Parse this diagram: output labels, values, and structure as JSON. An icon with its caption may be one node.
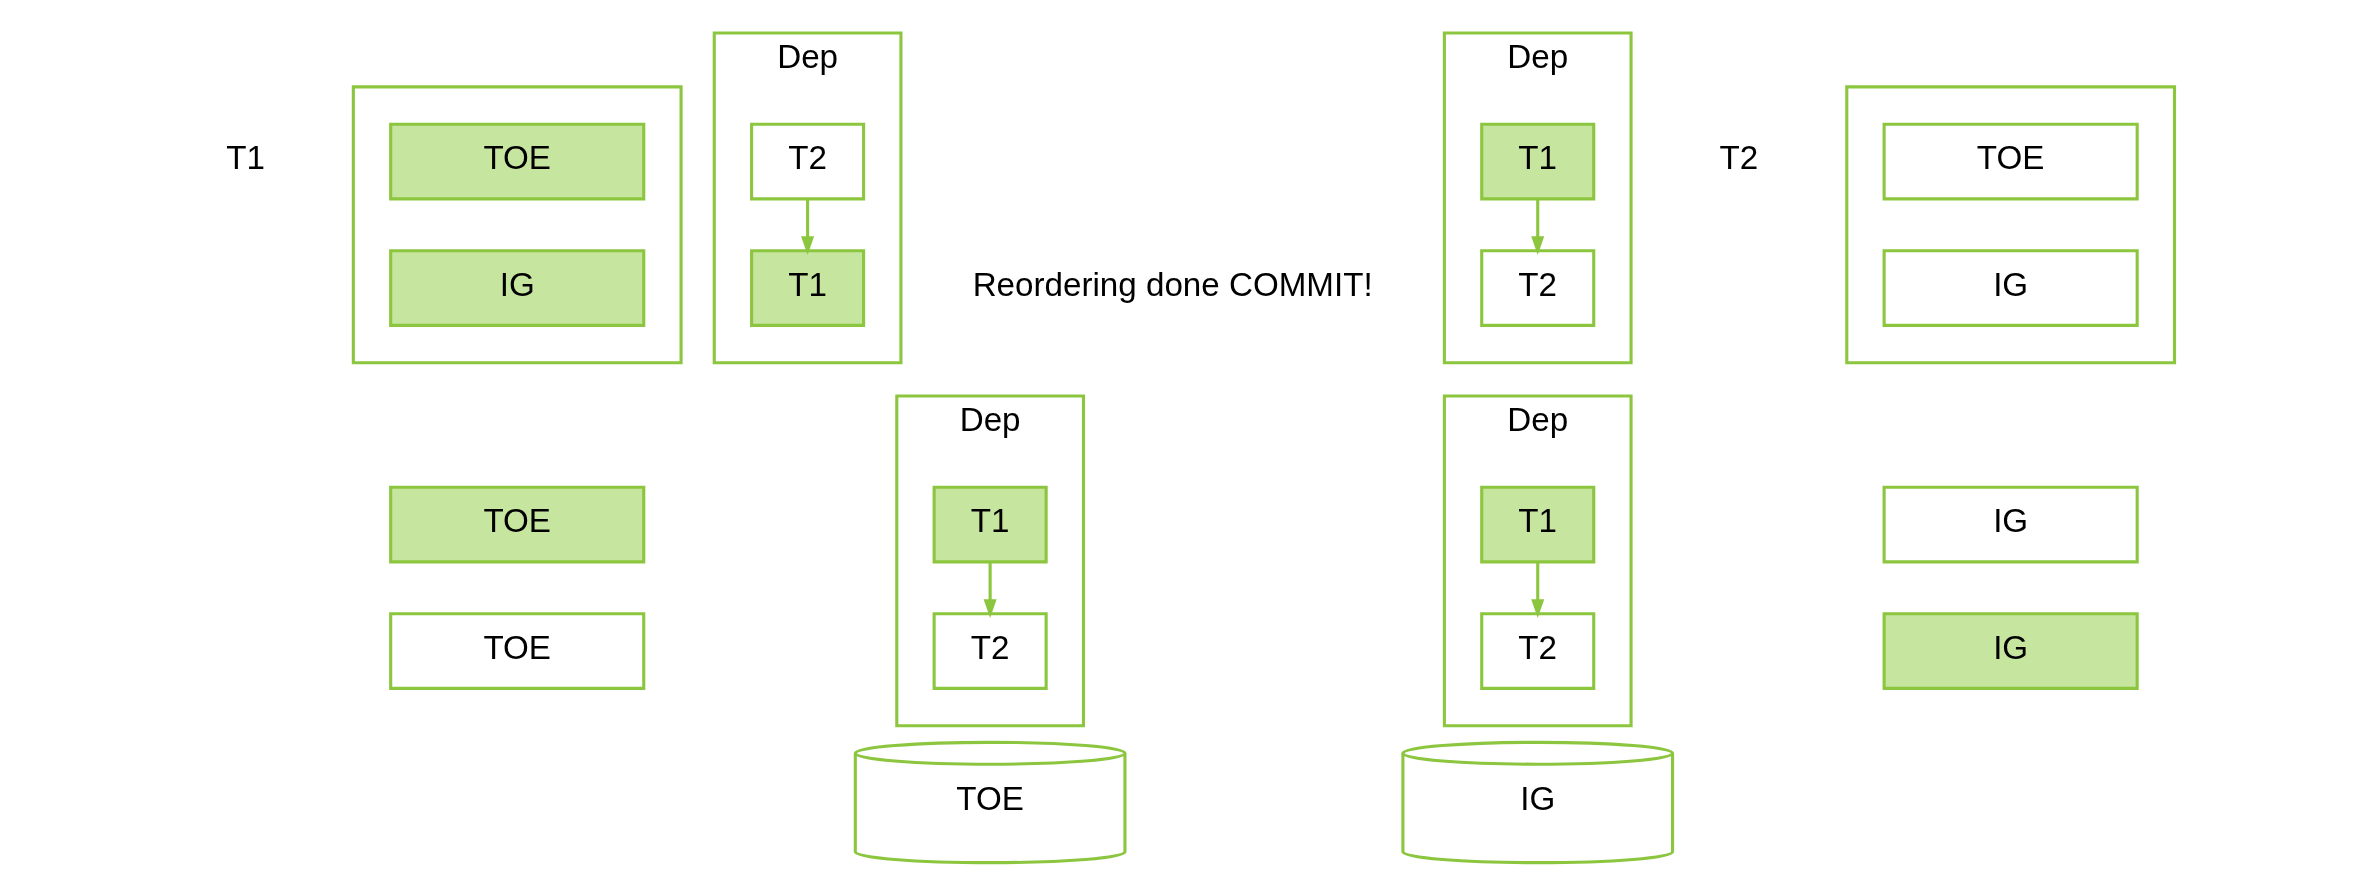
{
  "diagram": {
    "nodes": [
      {
        "text": [],
        "shape": "box",
        "beside": [
          "T1"
        ]
      },
      {
        "text": [
          "TOE"
        ],
        "in": 0
      },
      {
        "text": [
          "IG"
        ],
        "in": 0
      },
      {
        "text": [
          "Dep"
        ]
      },
      {
        "text": [
          "T2"
        ],
        "in": 3
      },
      {
        "text": [
          "T1"
        ],
        "in": 3
      },
      {
        "text": [
          "Dep"
        ]
      },
      {
        "text": [
          "T1"
        ],
        "in": 6
      },
      {
        "text": [
          "T2"
        ],
        "in": 6
      },
      {
        "text": [],
        "shape": "box",
        "beside": [
          "T2"
        ]
      },
      {
        "text": [
          "TOE"
        ],
        "in": 9
      },
      {
        "text": [
          "IG"
        ],
        "in": 9
      },
      {
        "text": [
          "TOE"
        ]
      },
      {
        "text": [
          "TOE"
        ]
      },
      {
        "text": [
          "Dep"
        ]
      },
      {
        "text": [
          "T1"
        ],
        "in": 14
      },
      {
        "text": [
          "T2"
        ],
        "in": 14
      },
      {
        "text": [
          "TOE"
        ]
      },
      {
        "text": [
          "Dep"
        ]
      },
      {
        "text": [
          "T1"
        ],
        "in": 18
      },
      {
        "text": [
          "T2"
        ],
        "in": 18
      },
      {
        "text": [
          "IG"
        ]
      },
      {
        "text": [
          "IG"
        ]
      },
      {
        "text": [
          "IG"
        ]
      }
    ],
    "edges": [
      {
        "from": 4,
        "to": 5,
        "arrow": "to"
      },
      {
        "from": 7,
        "to": 8,
        "arrow": "to"
      },
      {
        "from": 15,
        "to": 16,
        "arrow": "to"
      },
      {
        "from": 19,
        "to": 20,
        "arrow": "to"
      }
    ],
    "labels": [
      "Reordering done COMMIT!"
    ]
  }
}
